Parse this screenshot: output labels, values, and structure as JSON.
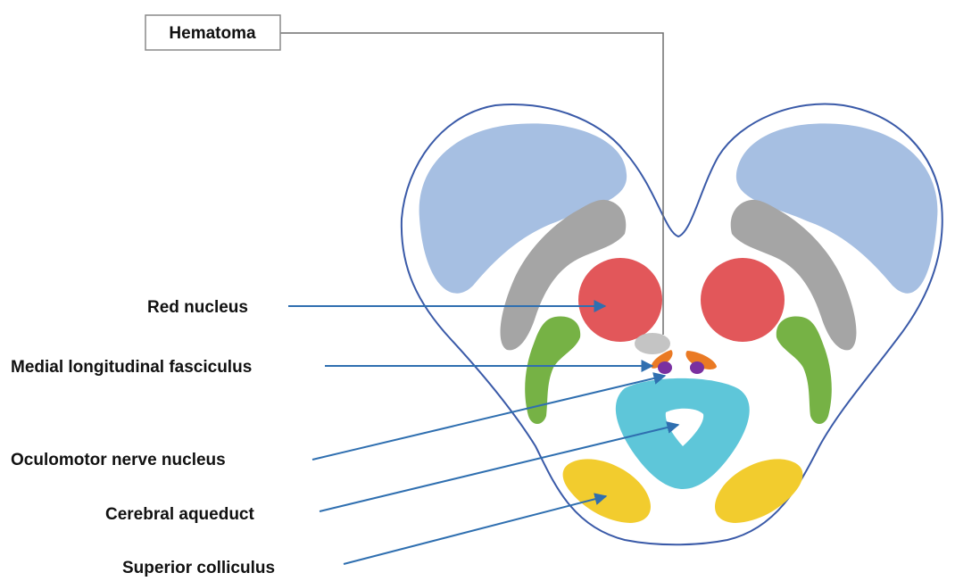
{
  "labels": {
    "hematoma": "Hematoma",
    "red_nucleus": "Red nucleus",
    "mlf": "Medial longitudinal fasciculus",
    "oculomotor": "Oculomotor nerve nucleus",
    "aqueduct": "Cerebral aqueduct",
    "colliculus": "Superior colliculus"
  },
  "colors": {
    "outline": "#3a5aa8",
    "cerebral_peduncle": "#a6bfe2",
    "substantia_nigra": "#a5a5a5",
    "red_nucleus": "#e2575a",
    "lemniscus": "#76b245",
    "hematoma": "#c4c4c4",
    "mlf": "#ea7a24",
    "oculomotor_nucleus": "#7a30a0",
    "periaqueductal_gray": "#5ec6d9",
    "superior_colliculus": "#f2cc2e",
    "pointer": "#2f6fb0",
    "hematoma_leader": "#6e6e6e"
  }
}
